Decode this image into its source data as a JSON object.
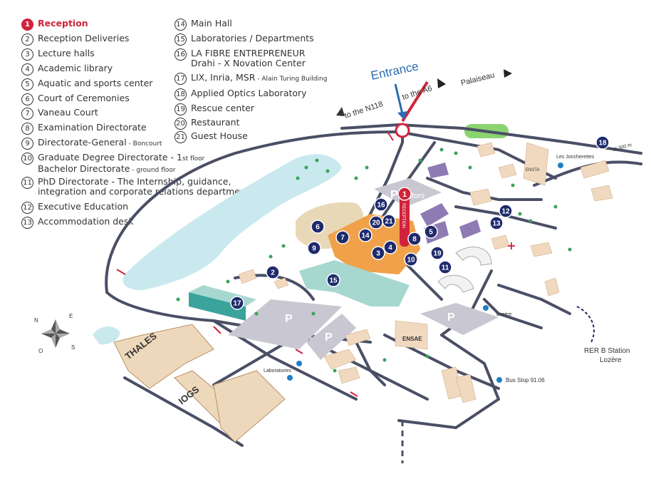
{
  "legend": [
    {
      "num": "1",
      "label": "Reception",
      "highlight": true
    },
    {
      "num": "2",
      "label": "Reception Deliveries"
    },
    {
      "num": "3",
      "label": " Lecture halls"
    },
    {
      "num": "4",
      "label": "Academic library"
    },
    {
      "num": "5",
      "label": "Aquatic and sports center"
    },
    {
      "num": "6",
      "label": "Court of Ceremonies"
    },
    {
      "num": "7",
      "label": "Vaneau Court"
    },
    {
      "num": "8",
      "label": "Examination Directorate"
    },
    {
      "num": "9",
      "label": "Directorate-General",
      "small": " - Boncourt"
    },
    {
      "num": "10",
      "label": "Graduate Degree Directorate - 1",
      "small": "st floor",
      "line2": "Bachelor Directorate",
      "small2": " - ground floor"
    },
    {
      "num": "11",
      "label": "PhD Directorate - The Internship, guidance,",
      "line2": "integration and corporate relations department"
    },
    {
      "num": "12",
      "label": "Executive Education"
    },
    {
      "num": "13",
      "label": "Accommodation desk"
    },
    {
      "num": "14",
      "label": "Main Hall"
    },
    {
      "num": "15",
      "label": "Laboratories / Departments"
    },
    {
      "num": "16",
      "label": "LA FIBRE ENTREPRENEUR",
      "line2": "Drahi - X Novation Center"
    },
    {
      "num": "17",
      "label": "LIX, Inria, MSR",
      "small": " - Alain Turing Building"
    },
    {
      "num": "18",
      "label": "Applied Optics Laboratory"
    },
    {
      "num": "19",
      "label": "Rescue center"
    },
    {
      "num": "20",
      "label": "Restaurant"
    },
    {
      "num": "21",
      "label": "Guest House"
    }
  ],
  "map_labels": {
    "entrance": "Entrance",
    "to_n118": "to the N118",
    "to_a6": "to the A6",
    "palaiseau": "Palaiseau",
    "visitors": "visitors",
    "reception_pin": "RECEPTION",
    "les_joncherettes": "Les Joncherettes",
    "distance_18": "at 300 m",
    "lozere": "Lozère",
    "rer_line1": "RER B Station",
    "rer_line2": "Lozère",
    "bus_stop": "Bus Stop 91.06",
    "laboratories": "Laboratories",
    "thales": "THALES",
    "iogs": "IOGS",
    "ensae": "ENSAE",
    "ensta": "ENSTA",
    "parking": "P",
    "compass_n": "N",
    "compass_e": "E",
    "compass_s": "S",
    "compass_o": "O"
  },
  "markers": [
    "1",
    "2",
    "3",
    "4",
    "5",
    "6",
    "7",
    "8",
    "9",
    "10",
    "11",
    "12",
    "13",
    "14",
    "15",
    "16",
    "17",
    "18",
    "19",
    "20",
    "21"
  ],
  "colors": {
    "accent_red": "#d0233b",
    "marker_navy": "#1e2a6b",
    "road": "#4a4f66",
    "water": "#c9e9ef",
    "building": "#f0d9bf",
    "main_orange": "#f0a14a",
    "labs_teal": "#a7d8d0",
    "purple": "#8e7bb4",
    "parking": "#c9c7d1",
    "tree_green": "#3aa35c",
    "entrance_blue": "#2b6cb0"
  }
}
